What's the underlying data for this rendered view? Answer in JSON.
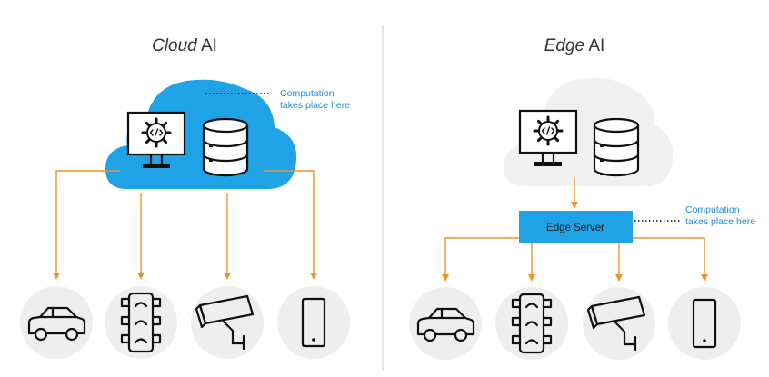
{
  "cloud_panel": {
    "title_emphasis": "Cloud",
    "title_rest": " AI",
    "callout_line1": "Computation",
    "callout_line2": "takes place here"
  },
  "edge_panel": {
    "title_emphasis": "Edge",
    "title_rest": " AI",
    "server_label": "Edge Server",
    "callout_line1": "Computation",
    "callout_line2": "takes place here"
  },
  "devices": [
    "car",
    "traffic-light",
    "security-camera",
    "smartphone"
  ],
  "colors": {
    "cloud_blue": "#1fa3e6",
    "cloud_gray": "#f0f0f0",
    "arrow_orange": "#f0922b",
    "callout_blue": "#1a8fd6",
    "device_circle": "#eeeeee",
    "divider": "#cccccc"
  }
}
